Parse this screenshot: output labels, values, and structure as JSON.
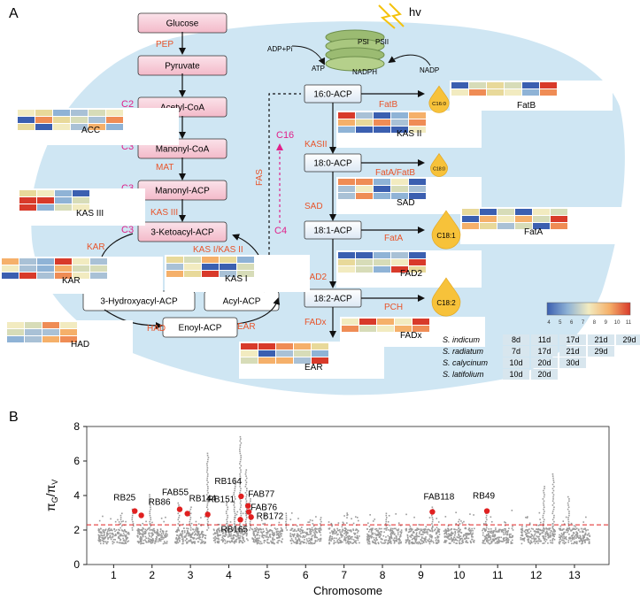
{
  "panels": {
    "a": "A",
    "b": "B"
  },
  "pathway": {
    "left_nodes": [
      {
        "key": "glucose",
        "label": "Glucose"
      },
      {
        "key": "pyruvate",
        "label": "Pyruvate"
      },
      {
        "key": "acetyl_coa",
        "label": "Acetyl-CoA"
      },
      {
        "key": "manonyl_coa",
        "label": "Manonyl-CoA"
      },
      {
        "key": "manonyl_acp",
        "label": "Manonyl-ACP"
      },
      {
        "key": "ketoacyl",
        "label": "3-Ketoacyl-ACP"
      },
      {
        "key": "hydroxyacyl",
        "label": "3-Hydroxyacyl-ACP"
      },
      {
        "key": "acyl_acp",
        "label": "Acyl-ACP"
      },
      {
        "key": "enoyl",
        "label": "Enoyl-ACP"
      }
    ],
    "right_nodes": [
      {
        "key": "c160",
        "label": "16:0-ACP"
      },
      {
        "key": "c180",
        "label": "18:0-ACP"
      },
      {
        "key": "c181",
        "label": "18:1-ACP"
      },
      {
        "key": "c182",
        "label": "18:2-ACP"
      }
    ],
    "enzymes": {
      "pep": "PEP",
      "acc": "ACC",
      "mat": "MAT",
      "kas3": "KAS III",
      "kar": "KAR",
      "had": "HAD",
      "ear": "EAR",
      "kas12": "KAS I/KAS II",
      "fatb": "FatB",
      "kas2": "KASII",
      "fatab": "FatA/FatB",
      "sad": "SAD",
      "fata": "FatA",
      "fad2": "FAD2",
      "pch": "PCH",
      "fadx": "FADx",
      "fas": "FAS"
    },
    "carbon_labels": {
      "c2": "C2",
      "c3a": "C3",
      "c3b": "C3",
      "c3c": "C3",
      "c16": "C16",
      "c4": "C4"
    },
    "drops": {
      "d160": "C16:0",
      "d180": "C18:0",
      "d181": "C18:1",
      "d182": "C18:2"
    },
    "photosystem": {
      "hv": "hv",
      "psi": "PSI",
      "psii": "PSII",
      "adp": "ADP+Pi",
      "atp": "ATP",
      "nadph": "NADPH",
      "nadp": "NADP"
    },
    "heatmap_labels": {
      "acc": "ACC",
      "kas3": "KAS III",
      "kar": "KAR",
      "kas1": "KAS I",
      "had": "HAD",
      "ear": "EAR",
      "fatb": "FatB",
      "kas2": "KAS II",
      "sad": "SAD",
      "fata": "FatA",
      "fad2": "FAD2",
      "fadx": "FADx"
    }
  },
  "colorscale": {
    "ticks": [
      "4",
      "5",
      "6",
      "7",
      "8",
      "9",
      "10",
      "11"
    ],
    "stops": [
      "#3b5fb0",
      "#8fb3d6",
      "#f2ebc0",
      "#f5b06a",
      "#d83a2a"
    ]
  },
  "species_table": [
    {
      "name": "S. indicum",
      "days": [
        "8d",
        "11d",
        "17d",
        "21d",
        "29d"
      ]
    },
    {
      "name": "S. radiatum",
      "days": [
        "7d",
        "17d",
        "21d",
        "29d"
      ]
    },
    {
      "name": "S. calycinum",
      "days": [
        "10d",
        "20d",
        "30d"
      ]
    },
    {
      "name": "S. latifolium",
      "days": [
        "10d",
        "20d"
      ]
    }
  ],
  "chart_data": {
    "type": "scatter",
    "title": "",
    "xlabel": "Chromosome",
    "ylabel": "πG/πV",
    "ylabel_main": "π",
    "ylabel_sub1": "G",
    "ylabel_slash": "/π",
    "ylabel_sub2": "V",
    "xlim": [
      0.3,
      13.9
    ],
    "ylim": [
      0,
      8
    ],
    "x_ticks": [
      "1",
      "2",
      "3",
      "4",
      "5",
      "6",
      "7",
      "8",
      "9",
      "10",
      "11",
      "12",
      "13"
    ],
    "y_ticks": [
      "0",
      "2",
      "4",
      "6",
      "8"
    ],
    "threshold": 2.3,
    "chromosome_ranges": [
      [
        0.6,
        1.4
      ],
      [
        1.6,
        2.4
      ],
      [
        2.6,
        3.4
      ],
      [
        3.6,
        4.5
      ],
      [
        4.6,
        5.4
      ],
      [
        5.6,
        6.4
      ],
      [
        6.6,
        7.4
      ],
      [
        7.6,
        8.5
      ],
      [
        8.6,
        9.5
      ],
      [
        9.6,
        10.4
      ],
      [
        10.6,
        11.4
      ],
      [
        11.6,
        12.5
      ],
      [
        12.6,
        13.4
      ]
    ],
    "peaks": [
      {
        "x": 1.2,
        "y": 3.0
      },
      {
        "x": 1.5,
        "y": 3.3
      },
      {
        "x": 1.95,
        "y": 4.1
      },
      {
        "x": 2.7,
        "y": 3.6
      },
      {
        "x": 3.0,
        "y": 3.4
      },
      {
        "x": 3.45,
        "y": 6.5
      },
      {
        "x": 3.95,
        "y": 3.6
      },
      {
        "x": 4.15,
        "y": 5.1
      },
      {
        "x": 4.3,
        "y": 7.5
      },
      {
        "x": 4.45,
        "y": 5.6
      },
      {
        "x": 4.55,
        "y": 3.9
      },
      {
        "x": 5.5,
        "y": 3.0
      },
      {
        "x": 6.4,
        "y": 2.8
      },
      {
        "x": 8.1,
        "y": 3.0
      },
      {
        "x": 9.3,
        "y": 3.4
      },
      {
        "x": 10.0,
        "y": 2.7
      },
      {
        "x": 10.7,
        "y": 3.2
      },
      {
        "x": 12.2,
        "y": 4.6
      },
      {
        "x": 12.45,
        "y": 5.3
      },
      {
        "x": 12.85,
        "y": 4.0
      }
    ],
    "highlighted": [
      {
        "name": "RB25",
        "x": 1.55,
        "y": 3.1
      },
      {
        "name": "RB86",
        "x": 1.72,
        "y": 2.85
      },
      {
        "name": "FAB55",
        "x": 2.72,
        "y": 3.2
      },
      {
        "name": "RB144",
        "x": 2.92,
        "y": 2.95
      },
      {
        "name": "RB151",
        "x": 3.45,
        "y": 2.9
      },
      {
        "name": "RB164",
        "x": 4.32,
        "y": 3.95
      },
      {
        "name": "RB165",
        "x": 4.3,
        "y": 2.6
      },
      {
        "name": "FAB77",
        "x": 4.5,
        "y": 3.4
      },
      {
        "name": "FAB76",
        "x": 4.52,
        "y": 3.05
      },
      {
        "name": "RB172",
        "x": 4.58,
        "y": 2.75
      },
      {
        "name": "FAB118",
        "x": 9.3,
        "y": 3.05
      },
      {
        "name": "RB49",
        "x": 10.72,
        "y": 3.1
      }
    ]
  }
}
